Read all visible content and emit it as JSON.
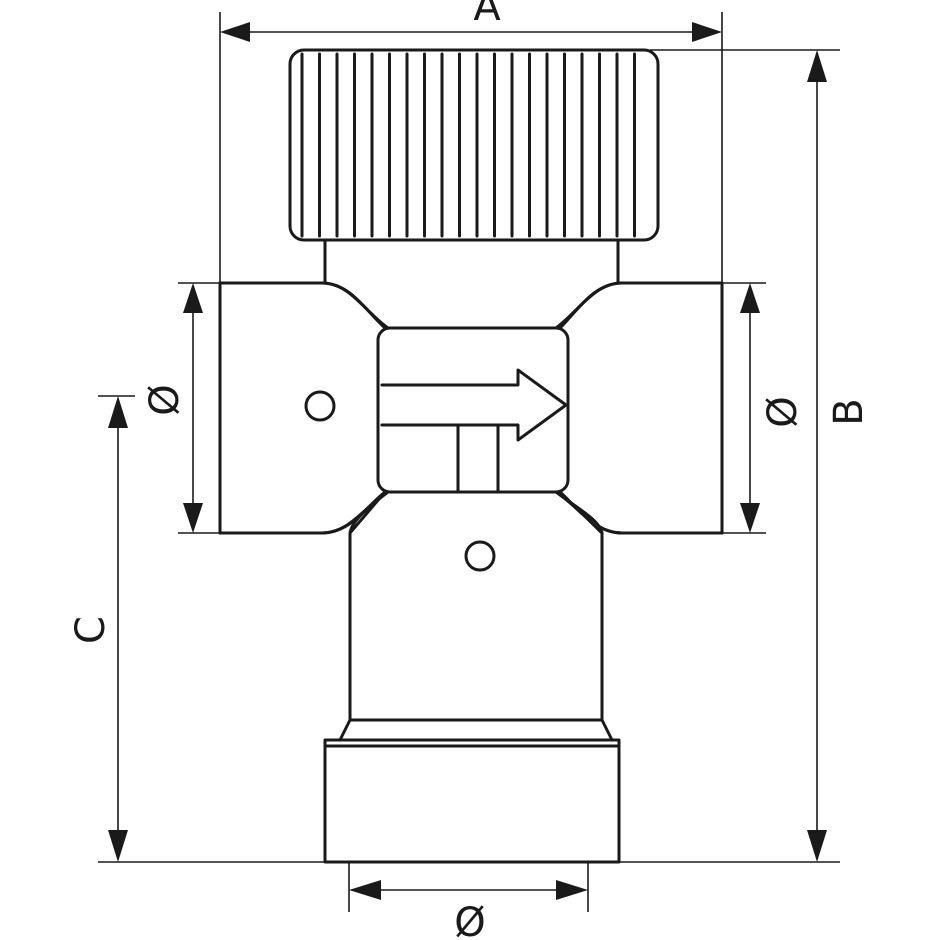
{
  "labels": {
    "a": "A",
    "b": "B",
    "c": "C",
    "dia_left": "Ø",
    "dia_right": "Ø",
    "dia_bottom": "Ø"
  },
  "colors": {
    "line": "#1a1a1a",
    "background": "#ffffff"
  }
}
